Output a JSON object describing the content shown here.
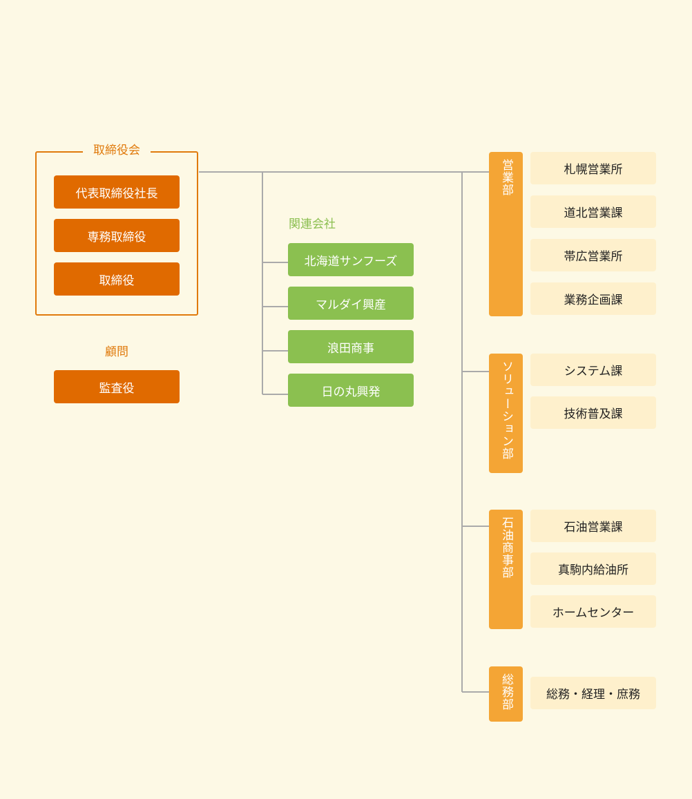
{
  "board": {
    "title": "取締役会",
    "members": [
      "代表取締役社長",
      "専務取締役",
      "取締役"
    ]
  },
  "advisor": {
    "title": "顧問",
    "members": [
      "監査役"
    ]
  },
  "affiliates": {
    "title": "関連会社",
    "companies": [
      "北海道サンフーズ",
      "マルダイ興産",
      "浪田商事",
      "日の丸興発"
    ]
  },
  "departments": [
    {
      "name": "営業部",
      "sections": [
        "札幌営業所",
        "道北営業課",
        "帯広営業所",
        "業務企画課"
      ]
    },
    {
      "name": "ソリューション部",
      "sections": [
        "システム課",
        "技術普及課"
      ]
    },
    {
      "name": "石油商事部",
      "sections": [
        "石油営業課",
        "真駒内給油所",
        "ホームセンター"
      ]
    },
    {
      "name": "総務部",
      "sections": [
        "総務・経理・庶務"
      ]
    }
  ],
  "colors": {
    "background": "#fdf9e5",
    "executive": "#e06a00",
    "affiliate": "#8bc050",
    "department": "#f4a535",
    "section": "#fef0cc",
    "connector": "#aaaaaa"
  }
}
